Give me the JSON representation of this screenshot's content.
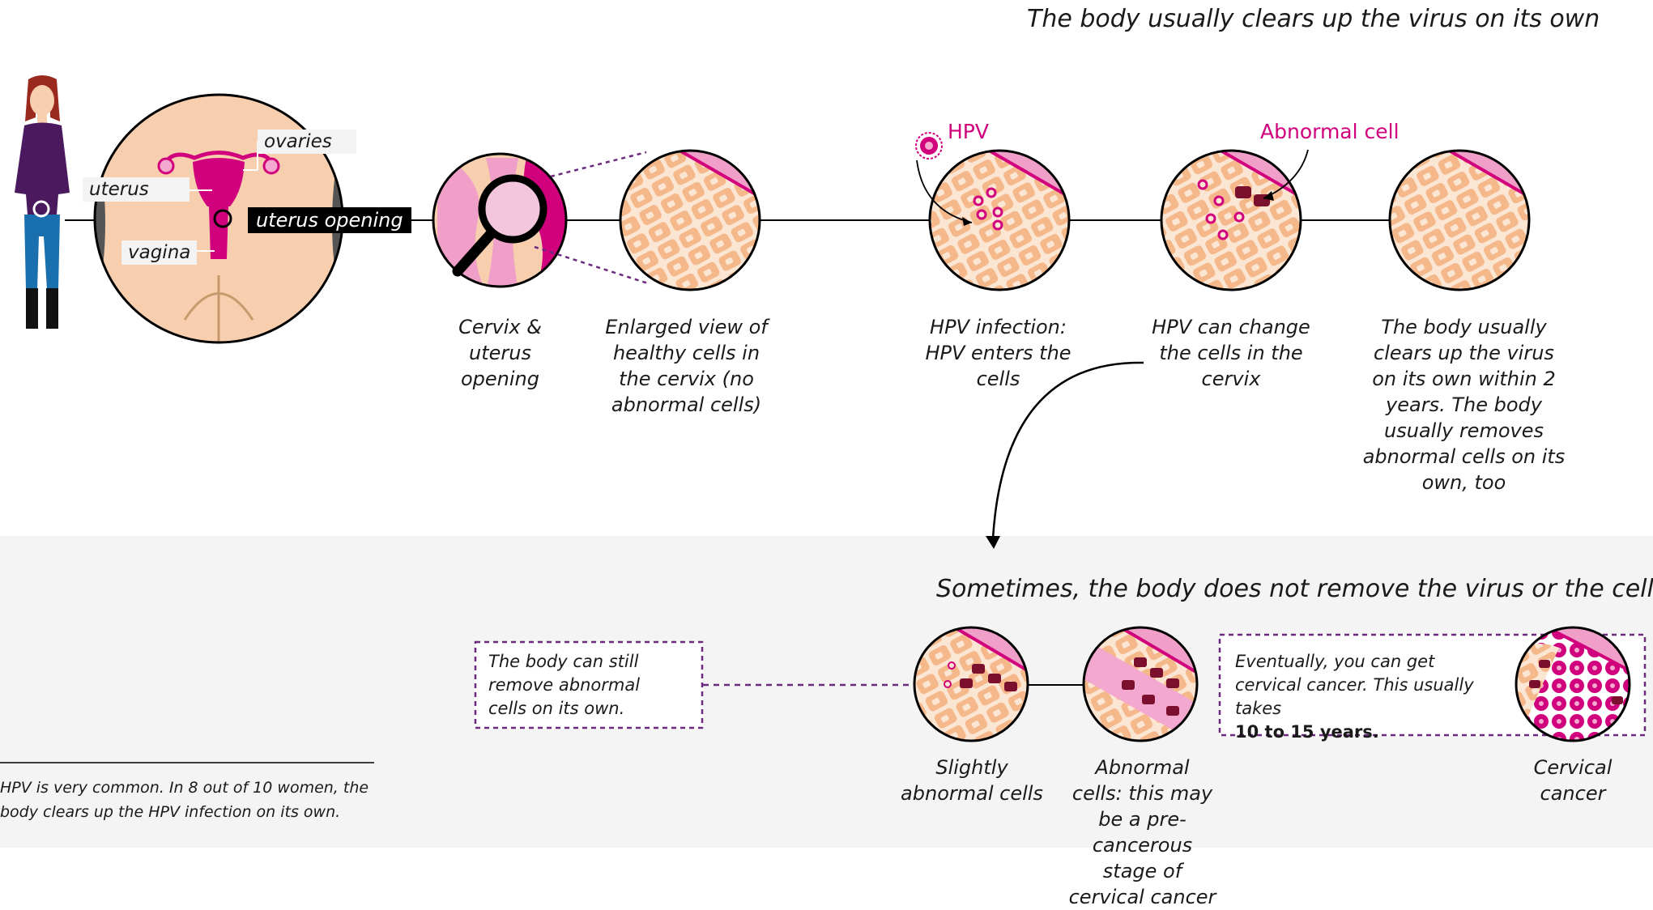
{
  "colors": {
    "magenta": "#d1007d",
    "pink_tissue": "#f0a0c8",
    "skin": "#f7cfae",
    "cell_orange": "#f5b88a",
    "abnormal_dark": "#7a0f2e",
    "purple_dashed": "#6b2a7d",
    "lower_band": "#f4f4f4",
    "dark": "#000000"
  },
  "top": {
    "heading": "The body usually clears up the virus on its own",
    "anatomy_labels": {
      "ovaries": "ovaries",
      "uterus": "uterus",
      "uterus_opening": "uterus opening",
      "vagina": "vagina"
    },
    "hpv_label": "HPV",
    "abnormal_cell_label": "Abnormal cell",
    "steps": {
      "cervix": "Cervix & uterus opening",
      "enlarged": "Enlarged view of healthy cells in the cervix (no abnormal cells)",
      "infection": "HPV infection: HPV enters the cells",
      "change": "HPV can change the cells in the cervix",
      "clears": "The body usually clears up the virus on its own within 2 years. The body usually removes abnormal cells on its own, too"
    }
  },
  "bottom": {
    "heading": "Sometimes, the body does not remove the virus or the cells",
    "remove_note": "The body can still remove abnormal cells on its own.",
    "eventually_note": "Eventually, you can get cervical cancer. This usually takes",
    "eventually_bold": "10 to 15 years.",
    "steps": {
      "slightly": "Slightly abnormal cells",
      "abnormal": "Abnormal cells: this may be a pre-cancerous stage of cervical cancer",
      "cancer": "Cervical cancer"
    }
  },
  "footnote": "HPV is very common. In 8 out of 10 women, the body clears up the HPV infection on its own.",
  "icons": [
    "woman-figure-icon",
    "anatomy-circle-icon",
    "magnifier-icon",
    "cell-circle-icon",
    "hpv-virus-icon",
    "arrow-down-icon"
  ]
}
